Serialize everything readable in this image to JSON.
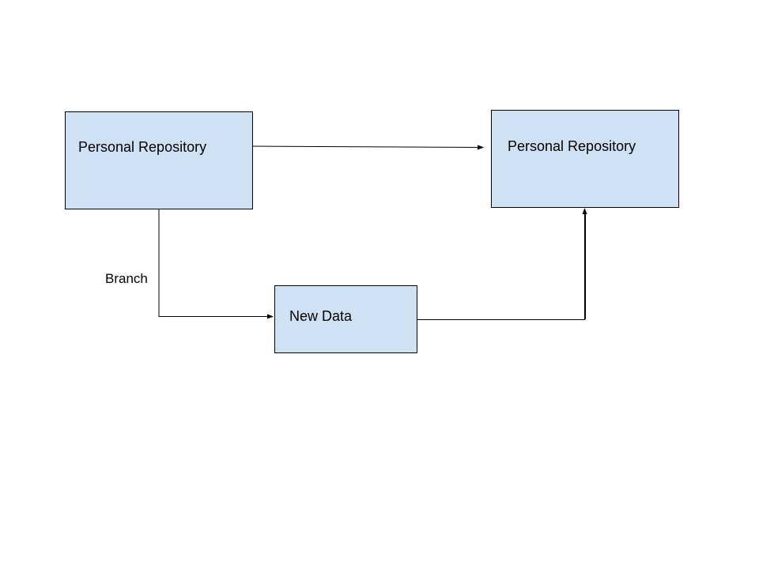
{
  "diagram": {
    "nodes": {
      "repo_left": {
        "label": "Personal Repository"
      },
      "repo_right": {
        "label": "Personal Repository"
      },
      "new_data": {
        "label": "New Data"
      }
    },
    "edges": {
      "branch": {
        "label": "Branch"
      }
    },
    "colors": {
      "node_fill": "#cfe2f3",
      "stroke": "#000000",
      "background": "#ffffff"
    }
  }
}
